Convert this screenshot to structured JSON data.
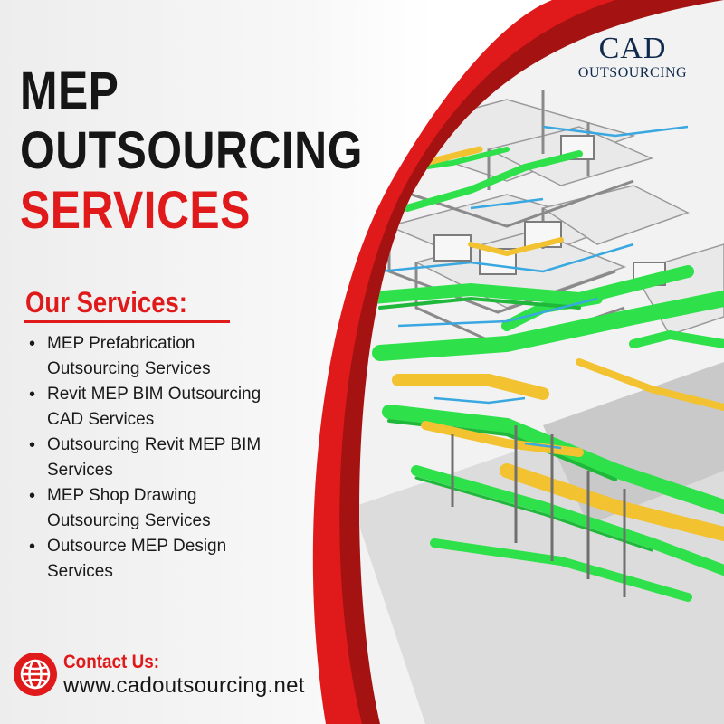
{
  "logo": {
    "main": "CAD",
    "sub": "OUTSOURCING"
  },
  "headline": {
    "line1": "MEP",
    "line2": "OUTSOURCING",
    "line3": "SERVICES"
  },
  "services": {
    "heading": "Our Services:",
    "items": [
      {
        "line1": "MEP Prefabrication",
        "line2": "Outsourcing Services"
      },
      {
        "line1": "Revit MEP BIM Outsourcing",
        "line2": "CAD Services"
      },
      {
        "line1": "Outsourcing Revit MEP BIM",
        "line2": "Services"
      },
      {
        "line1": "MEP Shop Drawing",
        "line2": "Outsourcing Services"
      },
      {
        "line1": "Outsource MEP Design",
        "line2": "Services"
      }
    ]
  },
  "contact": {
    "label": "Contact Us:",
    "url": "www.cadoutsourcing.net",
    "icon": "globe-icon"
  },
  "colors": {
    "accent": "#e01a1a",
    "dark": "#161616",
    "logo": "#0f2a4d",
    "duct_green": "#2ee04a",
    "duct_yellow": "#f2c230",
    "wall": "#e7e7e7"
  }
}
